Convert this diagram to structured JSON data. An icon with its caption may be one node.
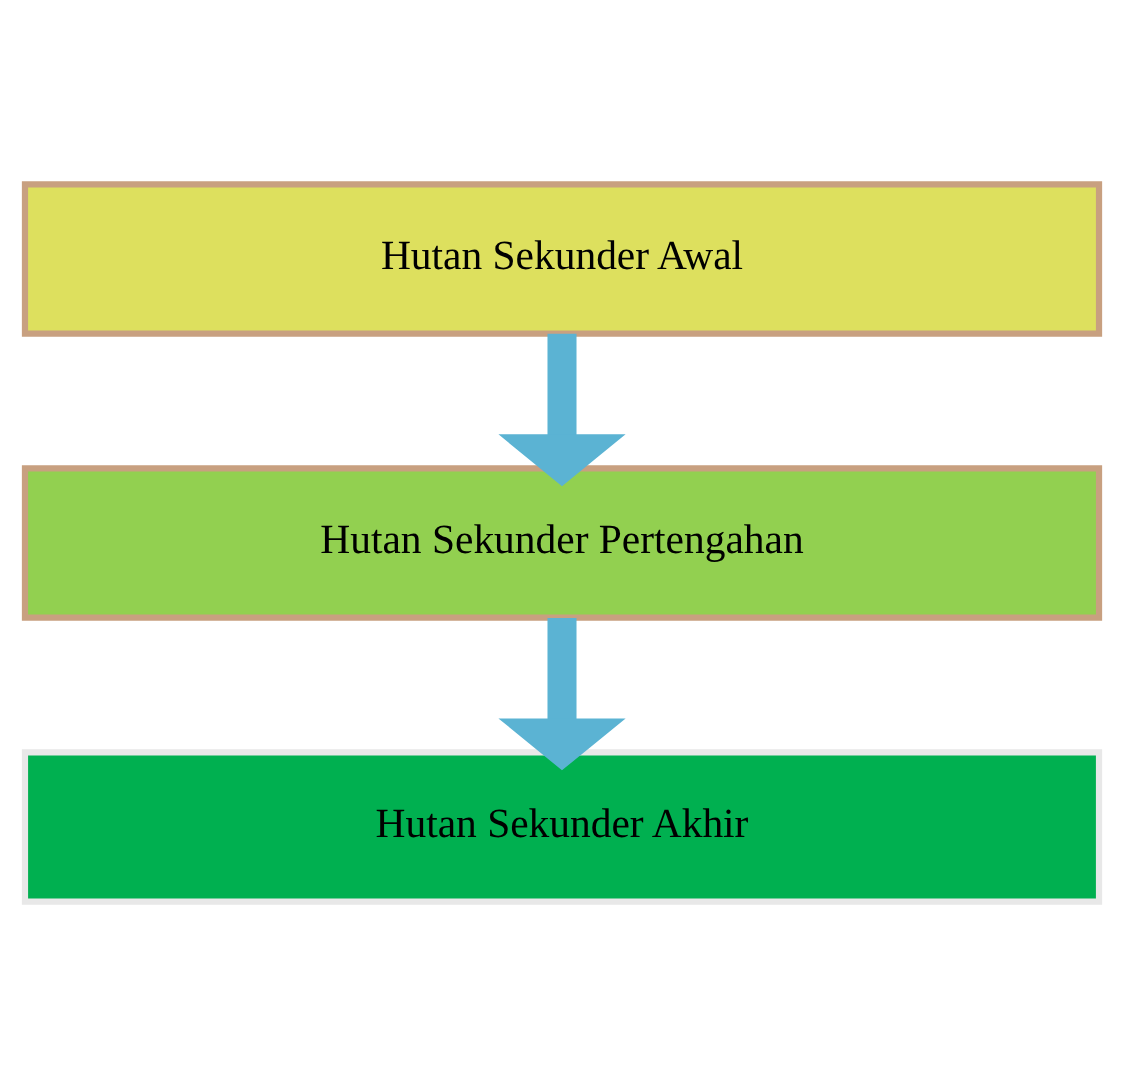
{
  "diagram": {
    "nodes": [
      {
        "text": [
          "Hutan Sekunder Awal"
        ]
      },
      {
        "text": [
          "Hutan Sekunder Pertengahan"
        ]
      },
      {
        "text": [
          "Hutan Sekunder Akhir"
        ]
      }
    ],
    "edges": [
      {
        "from": 0,
        "to": 1,
        "arrow": "to"
      },
      {
        "from": 1,
        "to": 2,
        "arrow": "to"
      }
    ]
  }
}
